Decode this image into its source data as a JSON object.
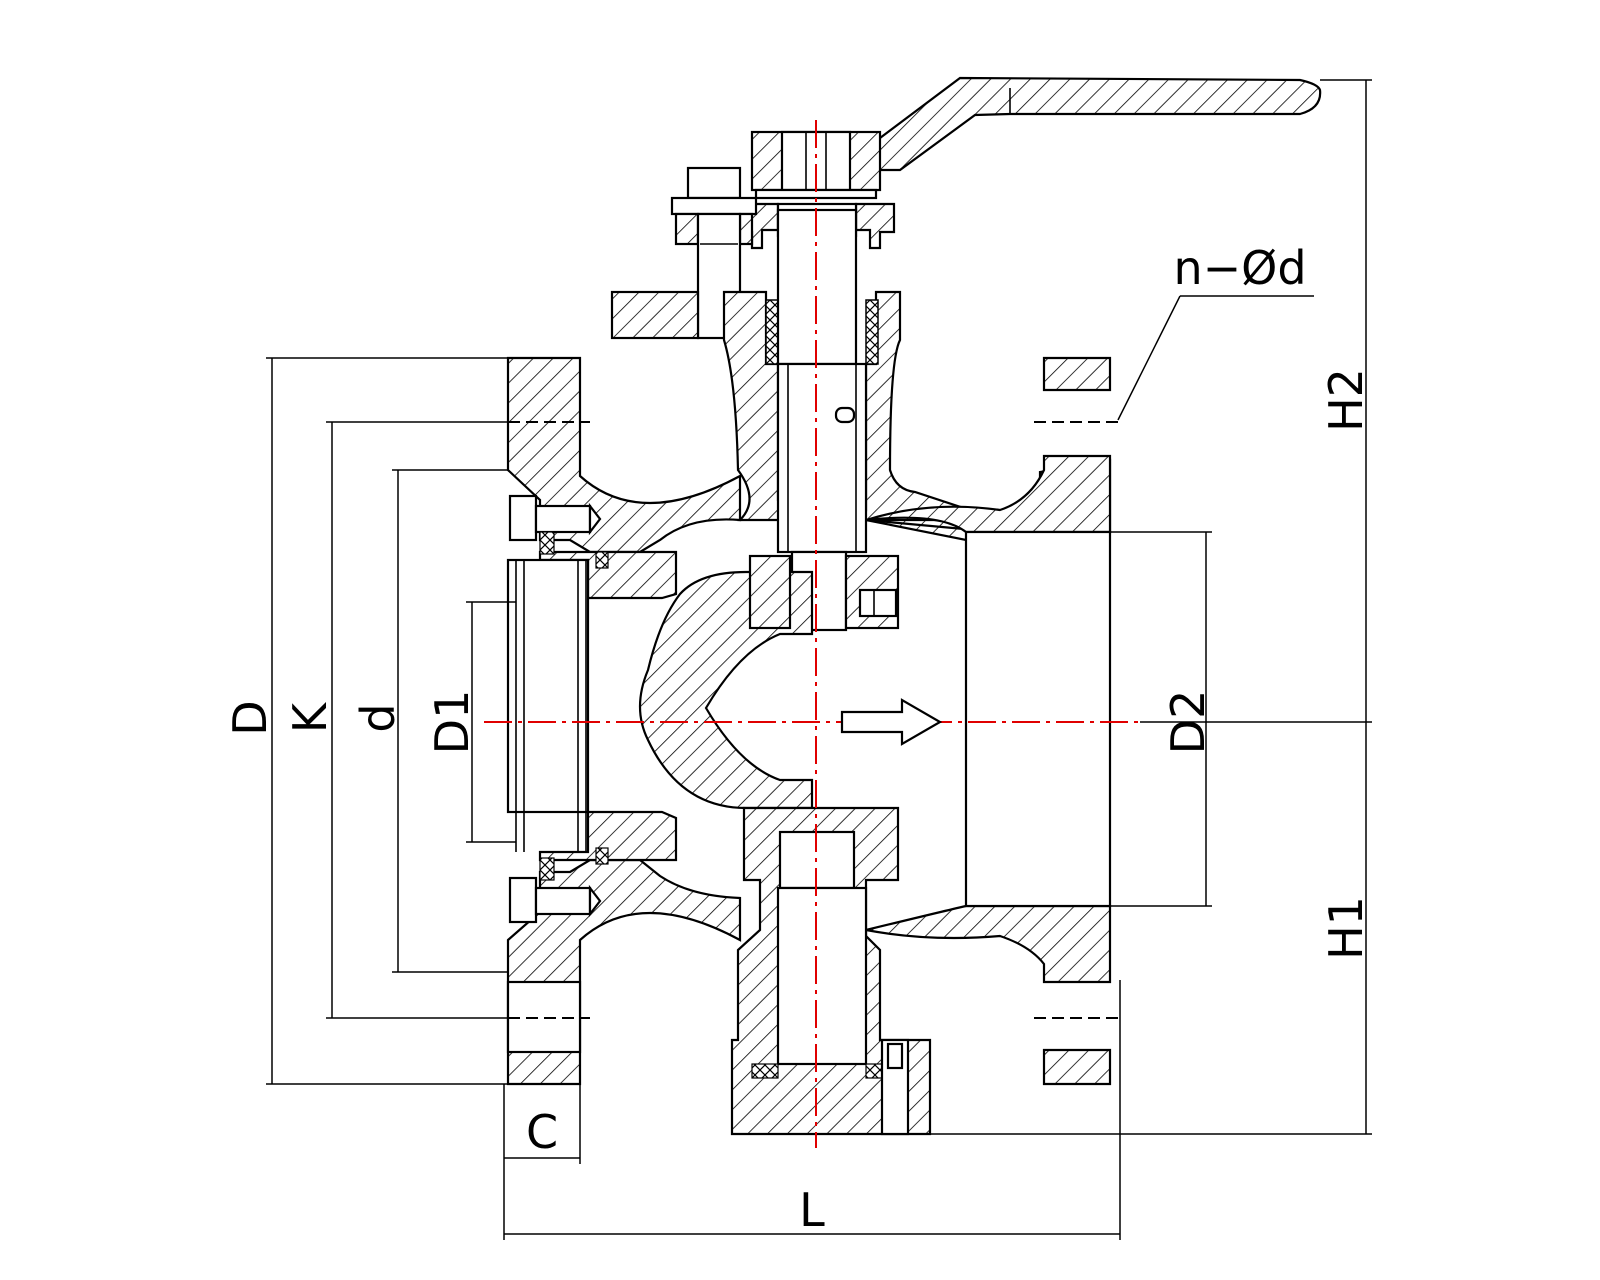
{
  "labels": {
    "D": "D",
    "K": "K",
    "d": "d",
    "D1": "D1",
    "D2": "D2",
    "C": "C",
    "L": "L",
    "H1": "H1",
    "H2": "H2",
    "n_phi_d": "n−Ød"
  },
  "colors": {
    "line": "#000000",
    "centerline": "#e00000",
    "background": "#ffffff"
  }
}
